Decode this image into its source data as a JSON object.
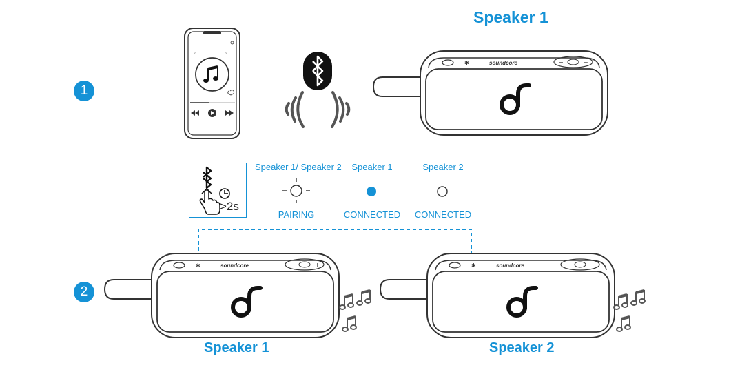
{
  "steps": [
    {
      "number": "1"
    },
    {
      "number": "2"
    }
  ],
  "labels": {
    "speaker_top": "Speaker 1",
    "speaker_bottom_left": "Speaker 1",
    "speaker_bottom_right": "Speaker 2"
  },
  "press": {
    "duration": ">2s"
  },
  "indicators": [
    {
      "speaker": "Speaker 1/ Speaker 2",
      "state": "PAIRING"
    },
    {
      "speaker": "Speaker 1",
      "state": "CONNECTED"
    },
    {
      "speaker": "Speaker 2",
      "state": "CONNECTED"
    }
  ],
  "speaker_brand": "soundcore",
  "colors": {
    "accent": "#1592d6",
    "outline": "#333333",
    "wave": "#555555"
  },
  "icons": [
    "bluetooth-icon",
    "music-note-icon",
    "hand-press-icon",
    "clock-icon",
    "soundcore-logo-icon"
  ]
}
